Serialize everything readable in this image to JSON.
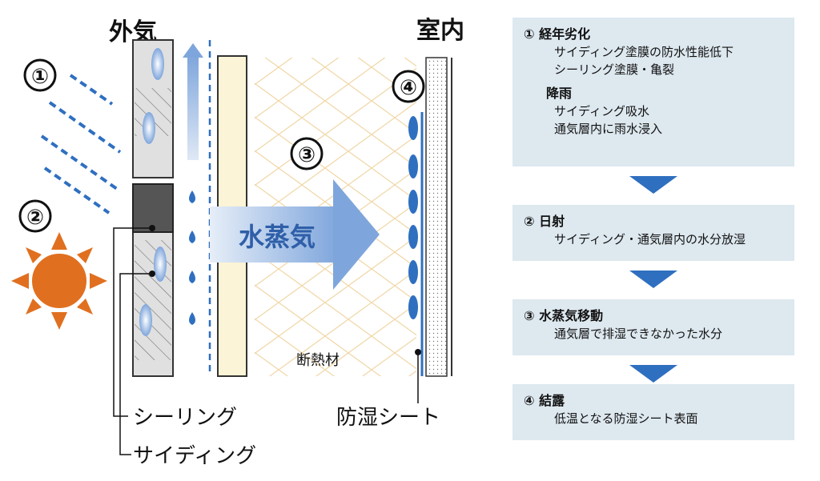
{
  "diagram": {
    "outside_label": "外気",
    "inside_label": "室内",
    "markers": [
      "①",
      "②",
      "③",
      "④"
    ],
    "vapor_label": "水蒸気",
    "insulation_label": "断熱材",
    "sealing_label": "シーリング",
    "siding_label": "サイディング",
    "vapor_barrier_label": "防湿シート"
  },
  "colors": {
    "panel_bg": "#dde8ef",
    "arrow": "#2f6fc0",
    "sun": "#e07020",
    "water": "#2f6fc0",
    "insulation_line": "#f0d8a8"
  },
  "steps": [
    {
      "title": "① 経年劣化",
      "lines": [
        "サイディング塗膜の防水性能低下",
        "シーリング塗膜・亀裂"
      ],
      "sub_title": "降雨",
      "sub_lines": [
        "サイディング吸水",
        "通気層内に雨水浸入"
      ]
    },
    {
      "title": "② 日射",
      "lines": [
        "サイディング・通気層内の水分放湿"
      ]
    },
    {
      "title": "③ 水蒸気移動",
      "lines": [
        "通気層で排湿できなかった水分"
      ]
    },
    {
      "title": "④ 結露",
      "lines": [
        "低温となる防湿シート表面"
      ]
    }
  ]
}
